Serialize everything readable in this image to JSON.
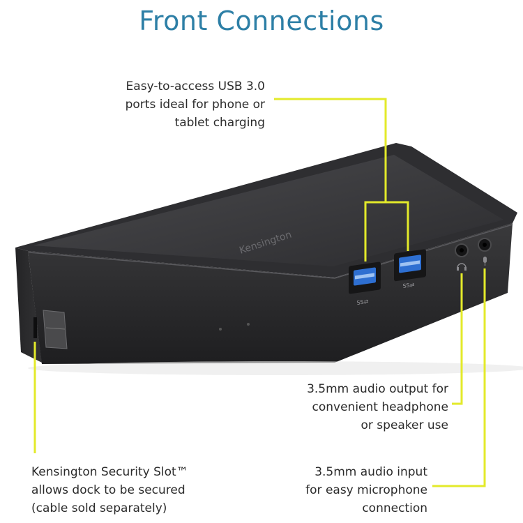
{
  "title": "Front Connections",
  "colors": {
    "title": "#2d7fa6",
    "leader": "#e3ea2a",
    "dock": "#2a2a2c",
    "usb_port": "#2e6fd1"
  },
  "dock": {
    "logo": "Kensington",
    "usb_label": "SS⇄"
  },
  "callouts": {
    "usb": [
      "Easy-to-access USB 3.0",
      "ports ideal for phone or",
      "tablet charging"
    ],
    "audio_out": [
      "3.5mm audio output for",
      "convenient headphone",
      "or speaker use"
    ],
    "audio_in": [
      "3.5mm audio input",
      "for easy microphone",
      "connection"
    ],
    "security": [
      "Kensington Security Slot™",
      "allows dock to be secured",
      "(cable sold separately)"
    ]
  }
}
